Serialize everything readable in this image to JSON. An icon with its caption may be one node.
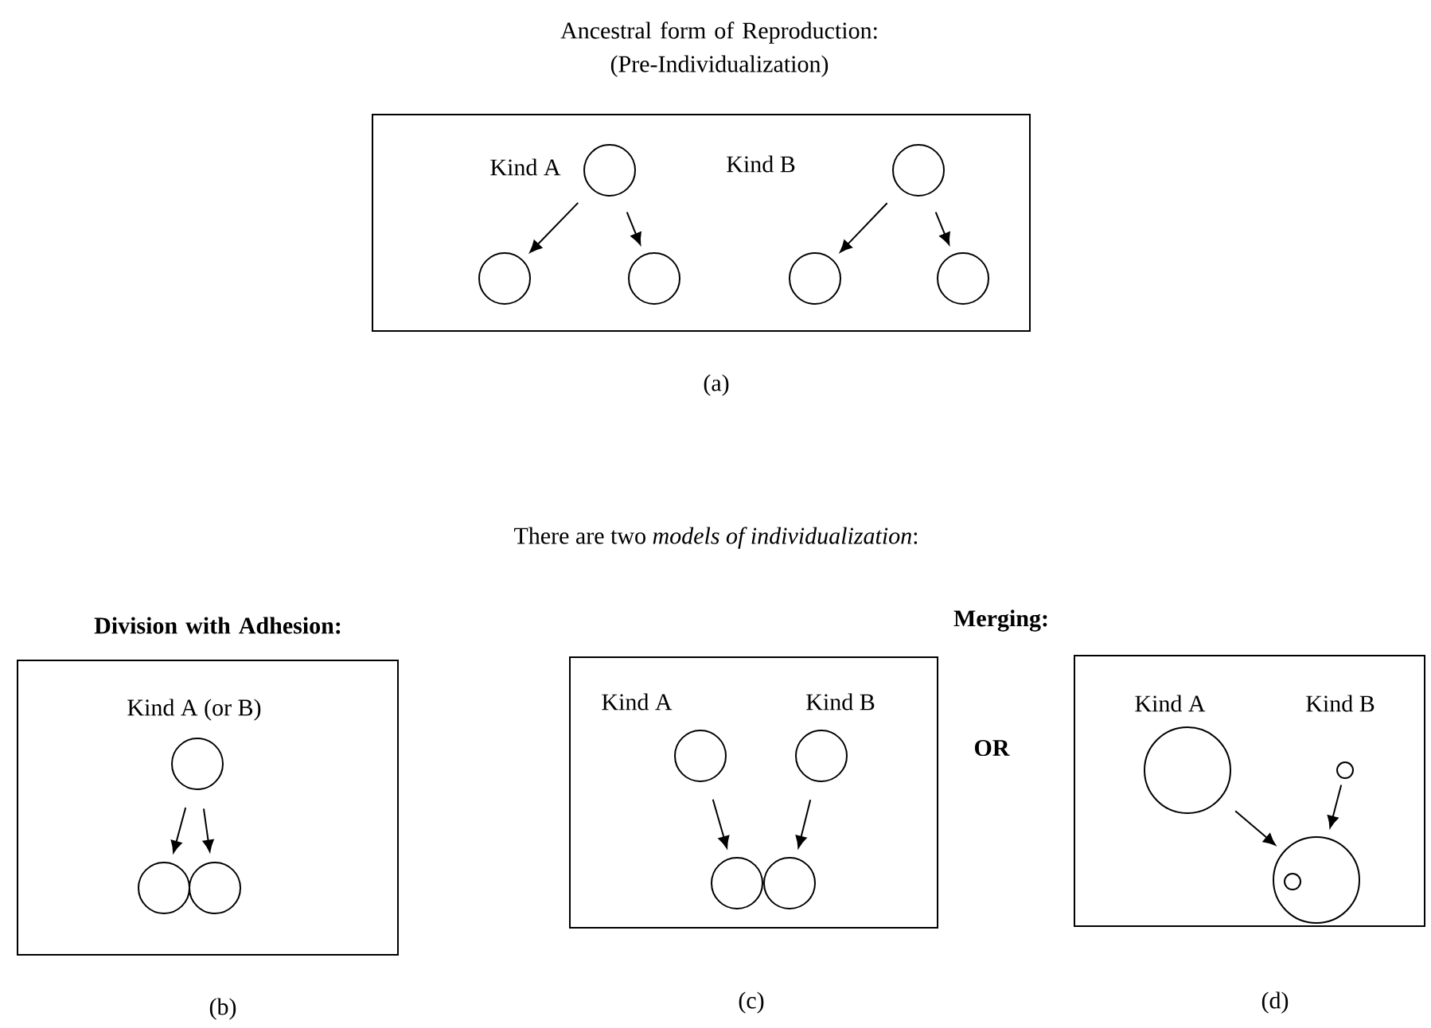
{
  "diagram": {
    "nodes": [
      {
        "text": [
          "Ancestral form of Reproduction: (Pre-Individualization)"
        ],
        "beside": [
          "(a)"
        ]
      },
      {
        "text": [],
        "shape": "circle",
        "in": 0,
        "beside": [
          "Kind A"
        ]
      },
      {
        "text": [],
        "shape": "circle",
        "in": 0
      },
      {
        "text": [],
        "shape": "circle",
        "in": 0
      },
      {
        "text": [],
        "shape": "circle",
        "in": 0
      },
      {
        "text": [],
        "shape": "circle",
        "in": 0
      },
      {
        "text": [],
        "shape": "circle",
        "in": 0
      },
      {
        "text": [
          "Division with Adhesion:"
        ],
        "beside": [
          "(b)"
        ]
      },
      {
        "text": [],
        "shape": "circle",
        "in": 7,
        "beside": [
          "Kind A (or B)"
        ]
      },
      {
        "text": [],
        "shape": "circle",
        "in": 7
      },
      {
        "text": [],
        "shape": "circle",
        "in": 7
      },
      {
        "text": [],
        "shape": "box",
        "beside": [
          "(c)"
        ]
      },
      {
        "text": [],
        "shape": "circle",
        "in": 11,
        "beside": [
          "Kind A"
        ]
      },
      {
        "text": [],
        "shape": "circle",
        "in": 11,
        "beside": [
          "Kind B"
        ]
      },
      {
        "text": [],
        "shape": "circle",
        "in": 11
      },
      {
        "text": [],
        "shape": "circle",
        "in": 11
      },
      {
        "text": [],
        "shape": "box",
        "beside": [
          "(d)"
        ]
      },
      {
        "text": [],
        "shape": "circle",
        "in": 16,
        "beside": [
          "Kind A"
        ]
      },
      {
        "text": [],
        "shape": "circle",
        "in": 16,
        "beside": [
          "Kind B"
        ]
      },
      {
        "text": [],
        "shape": "circle",
        "in": 16
      },
      {
        "text": [],
        "shape": "circle",
        "in": 19
      }
    ],
    "edges": [
      {
        "from": 1,
        "to": 3,
        "arrow": "to"
      },
      {
        "from": 1,
        "to": 4,
        "arrow": "to"
      },
      {
        "from": 2,
        "to": 5,
        "arrow": "to"
      },
      {
        "from": 2,
        "to": 6,
        "arrow": "to"
      },
      {
        "from": 8,
        "to": 9,
        "arrow": "to"
      },
      {
        "from": 8,
        "to": 10,
        "arrow": "to"
      },
      {
        "from": 12,
        "to": 14,
        "arrow": "to"
      },
      {
        "from": 13,
        "to": 15,
        "arrow": "to"
      },
      {
        "from": 17,
        "to": 19,
        "arrow": "to"
      },
      {
        "from": 18,
        "to": 19,
        "arrow": "to"
      }
    ],
    "labels": [
      "Kind B",
      "There are two *models of individualization*:",
      "Merging:",
      "OR"
    ]
  }
}
